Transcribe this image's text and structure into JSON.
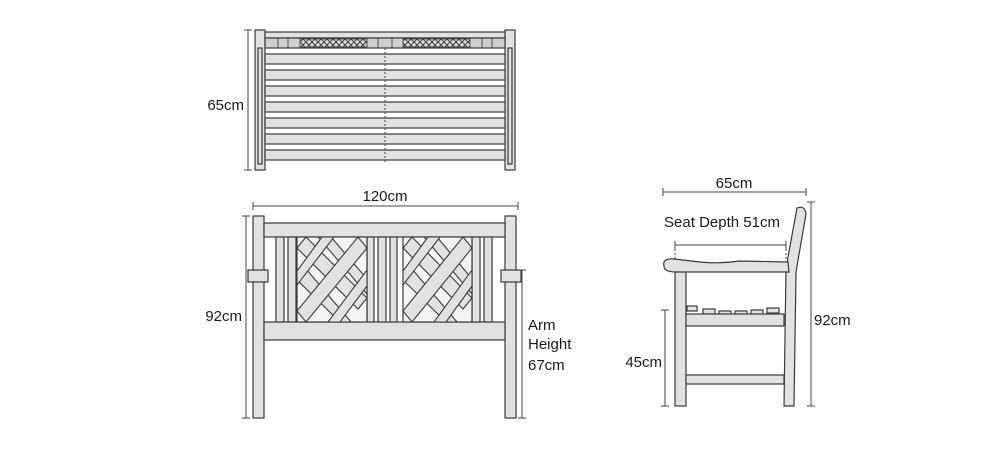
{
  "labels": {
    "top_depth": "65cm",
    "front_width": "120cm",
    "front_height": "92cm",
    "arm_line1": "Arm",
    "arm_line2": "Height",
    "arm_line3": "67cm",
    "side_depth": "65cm",
    "seat_depth": "Seat Depth 51cm",
    "side_height": "92cm",
    "seat_height": "45cm"
  }
}
